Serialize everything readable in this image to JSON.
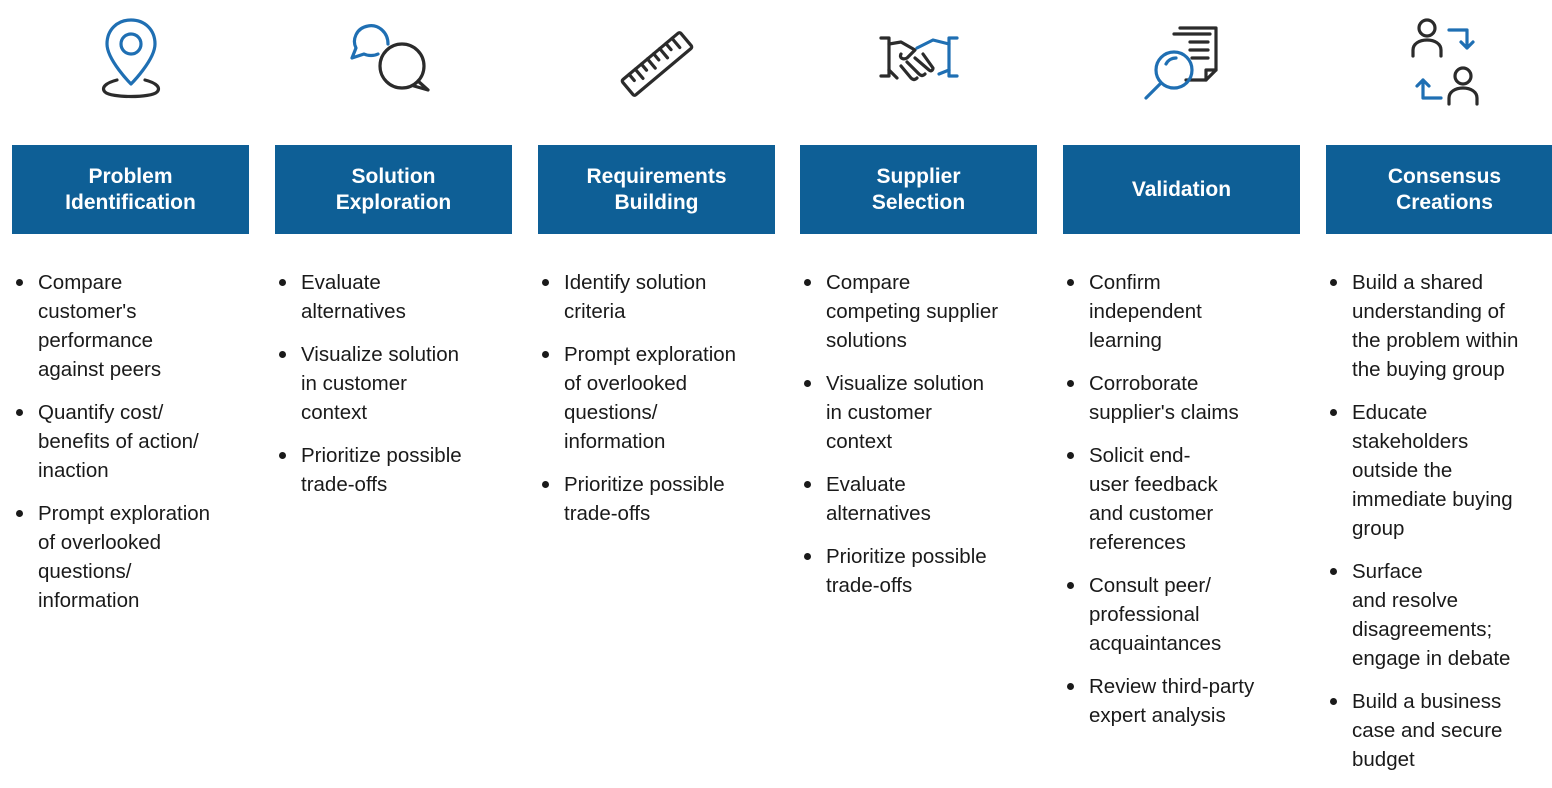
{
  "stages": [
    {
      "icon": "location-pin-icon",
      "title": "Problem\nIdentification",
      "bullets": [
        "Compare\ncustomer's\nperformance\nagainst peers",
        "Quantify cost/\nbenefits of action/\ninaction",
        "Prompt exploration\nof overlooked\nquestions/\ninformation"
      ]
    },
    {
      "icon": "chat-bubbles-icon",
      "title": "Solution\nExploration",
      "bullets": [
        "Evaluate\nalternatives",
        "Visualize solution\nin customer\ncontext",
        "Prioritize possible\ntrade-offs"
      ]
    },
    {
      "icon": "ruler-icon",
      "title": "Requirements\nBuilding",
      "bullets": [
        "Identify solution\ncriteria",
        "Prompt exploration\nof overlooked\nquestions/\ninformation",
        "Prioritize possible\ntrade-offs"
      ]
    },
    {
      "icon": "handshake-icon",
      "title": "Supplier\nSelection",
      "bullets": [
        "Compare\ncompeting supplier\nsolutions",
        "Visualize solution\nin customer\ncontext",
        "Evaluate\nalternatives",
        "Prioritize possible\ntrade-offs"
      ]
    },
    {
      "icon": "magnifier-document-icon",
      "title": "Validation",
      "bullets": [
        "Confirm\nindependent\nlearning",
        "Corroborate\nsupplier's claims",
        "Solicit end-\nuser feedback\nand customer\nreferences",
        "Consult peer/\nprofessional\nacquaintances",
        "Review third-party\nexpert analysis"
      ]
    },
    {
      "icon": "people-exchange-icon",
      "title": "Consensus\nCreations",
      "bullets": [
        "Build a shared\nunderstanding of\nthe problem within\nthe buying group",
        "Educate\nstakeholders\noutside the\nimmediate buying\ngroup",
        "Surface\nand resolve\ndisagreements;\nengage in debate",
        "Build a business\ncase and secure\nbudget"
      ]
    }
  ],
  "colors": {
    "header_bg": "#0e5f96",
    "icon_accent": "#1f6fb3",
    "icon_dark": "#2b2b2b"
  }
}
